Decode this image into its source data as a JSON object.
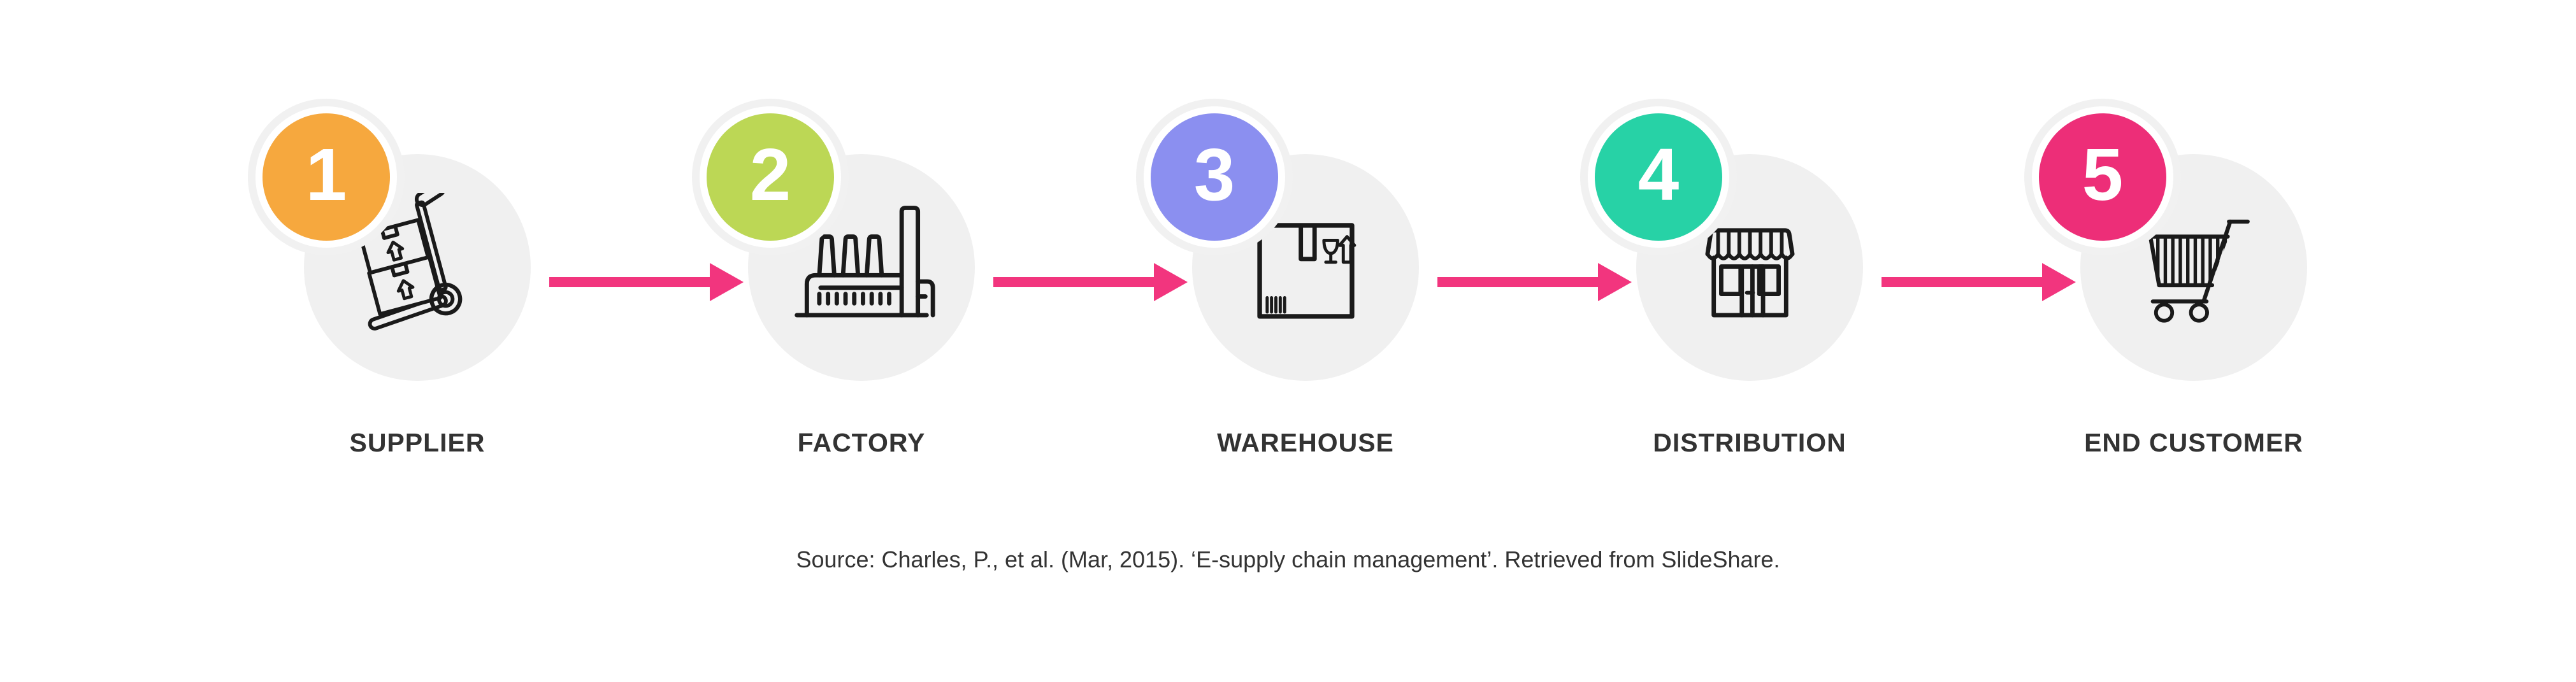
{
  "title_context": "supply chain process flow",
  "colors": {
    "background": "#FFFFFF",
    "circle_bg": "#F0F0F0",
    "badge_ring_inner": "#FFFFFF",
    "badge_ring_outer": "#F1F1F1",
    "icon_stroke": "#1A1A1A",
    "label_text": "#333333"
  },
  "arrow": {
    "color": "#F2357E",
    "direction": "right",
    "count": 4
  },
  "steps": [
    {
      "number": "1",
      "label": "SUPPLIER",
      "badge_color": "#F6A83E",
      "icon": "hand-truck-icon"
    },
    {
      "number": "2",
      "label": "FACTORY",
      "badge_color": "#BCD755",
      "icon": "factory-icon"
    },
    {
      "number": "3",
      "label": "WAREHOUSE",
      "badge_color": "#8B8FF0",
      "icon": "package-box-icon"
    },
    {
      "number": "4",
      "label": "DISTRIBUTION",
      "badge_color": "#27D2A6",
      "icon": "storefront-icon"
    },
    {
      "number": "5",
      "label": "END CUSTOMER",
      "badge_color": "#ED2E78",
      "icon": "shopping-cart-icon"
    }
  ],
  "source": {
    "text": "Source: Charles, P., et al. (Mar, 2015). ‘E-supply chain management’. Retrieved from SlideShare."
  }
}
